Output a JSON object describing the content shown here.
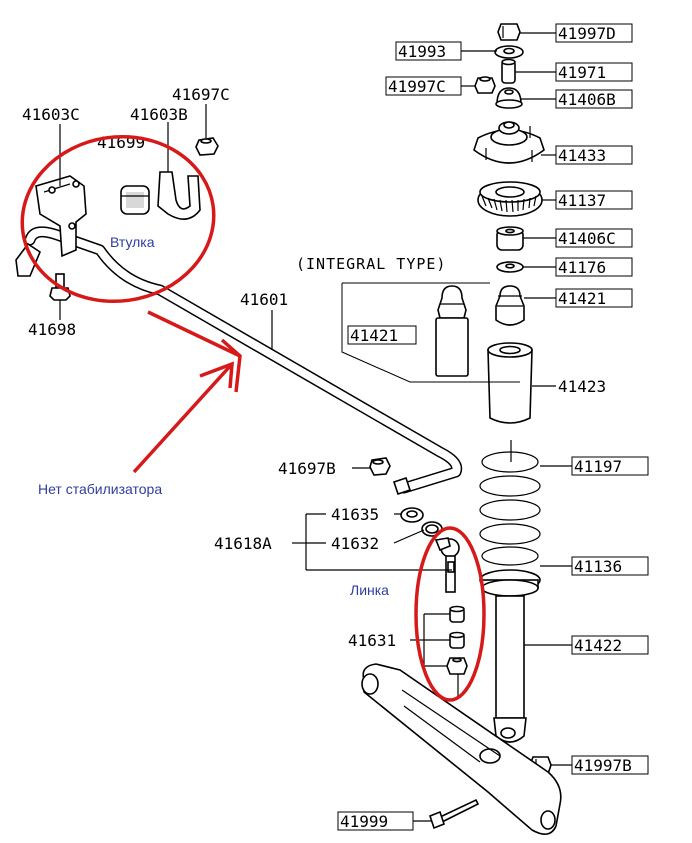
{
  "integral_label": "(INTEGRAL TYPE)",
  "parts": {
    "p41997D": "41997D",
    "p41993": "41993",
    "p41971": "41971",
    "p41997C": "41997C",
    "p41406B": "41406B",
    "p41433": "41433",
    "p41137": "41137",
    "p41406C": "41406C",
    "p41176": "41176",
    "p41421a": "41421",
    "p41421b": "41421",
    "p41423": "41423",
    "p41197": "41197",
    "p41136": "41136",
    "p41422": "41422",
    "p41997B": "41997B",
    "p41999": "41999",
    "p41603C": "41603C",
    "p41603B": "41603B",
    "p41697C": "41697C",
    "p41699": "41699",
    "p41698": "41698",
    "p41601": "41601",
    "p41697B": "41697B",
    "p41635": "41635",
    "p41618A": "41618A",
    "p41632": "41632",
    "p41631": "41631"
  },
  "annotations": {
    "bushing": "Втулка",
    "no_stabilizer": "Нет стабилизатора",
    "link": "Линка"
  },
  "colors": {
    "annotation_text": "#2f3e9e",
    "highlight": "#d61a1a"
  }
}
